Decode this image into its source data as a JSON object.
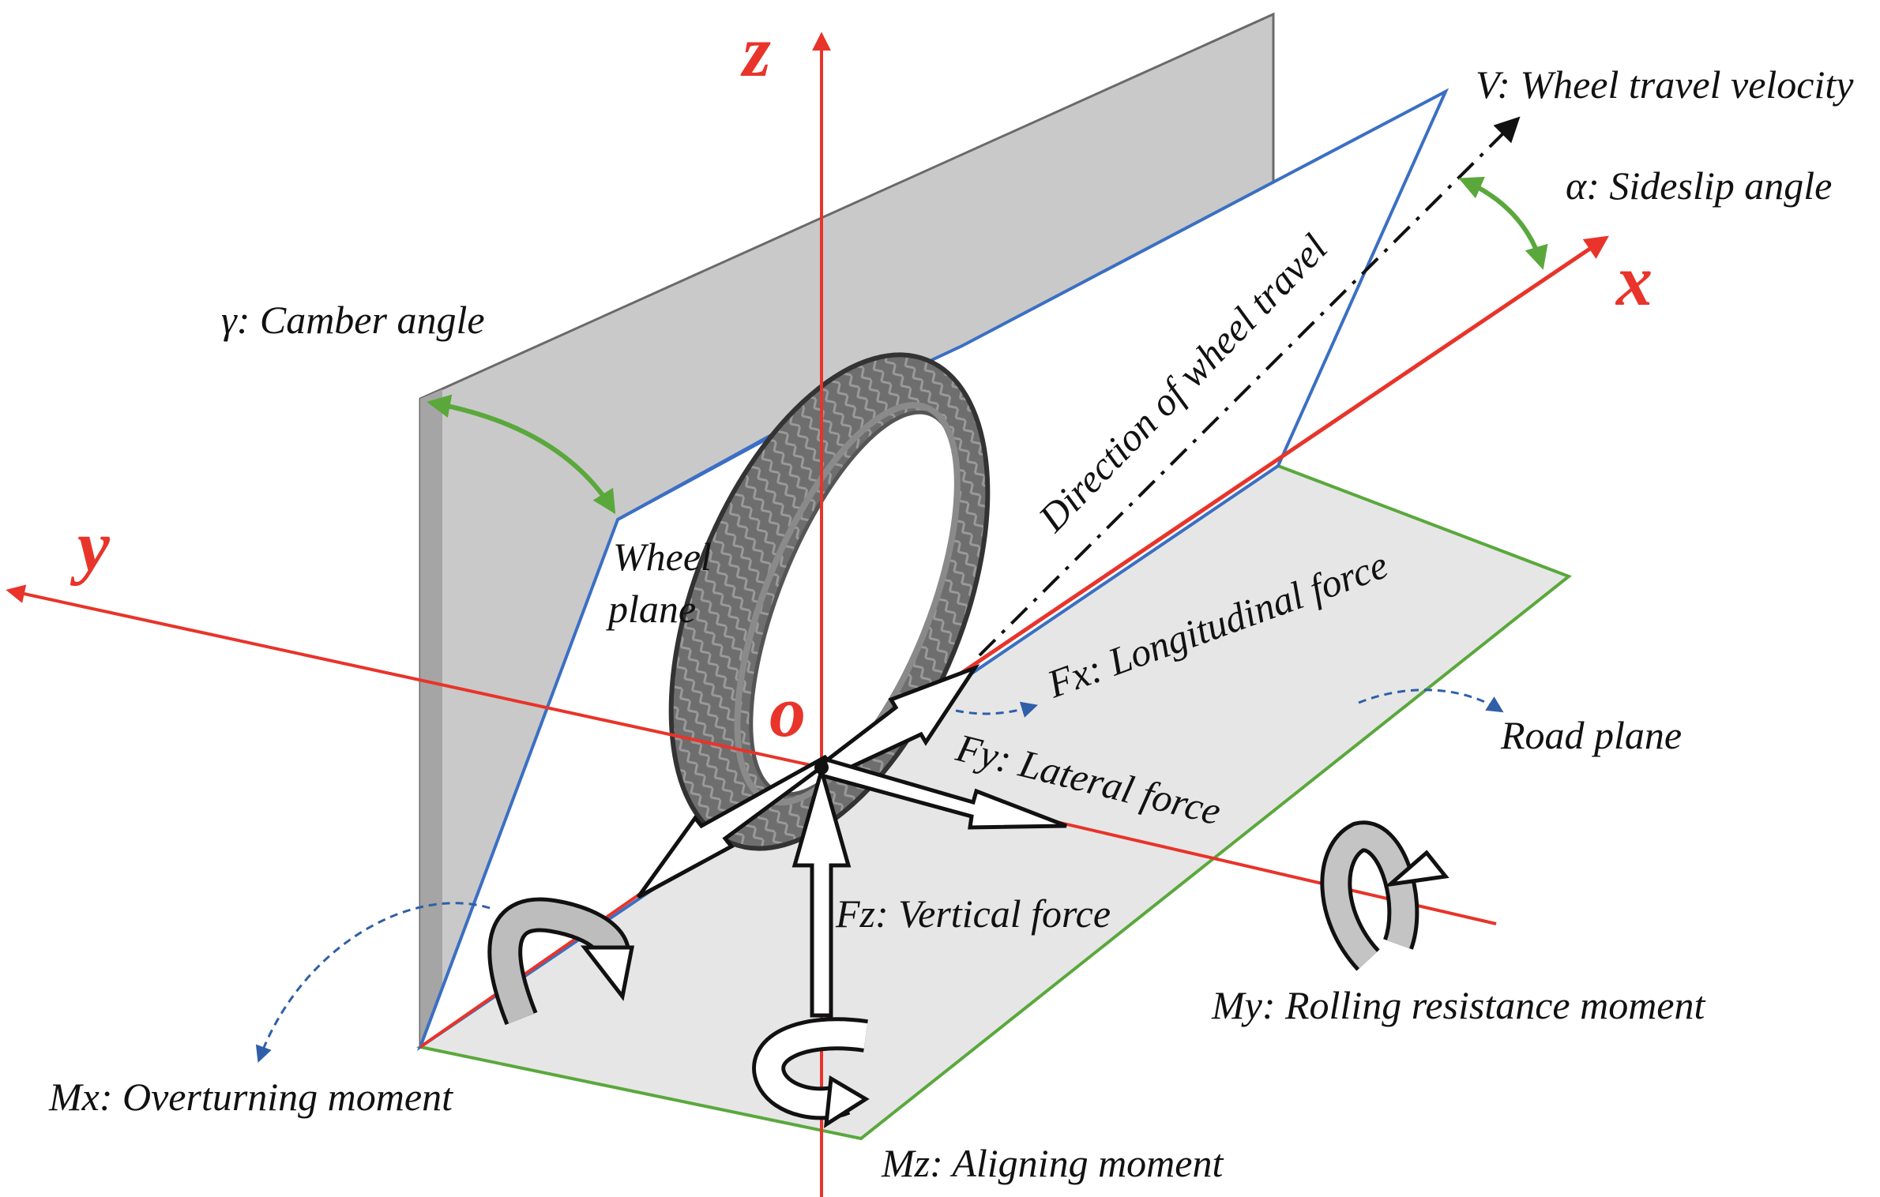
{
  "axes": {
    "z": "z",
    "x": "x",
    "y": "y",
    "origin": "o"
  },
  "labels": {
    "velocity": "V: Wheel travel velocity",
    "sideslip": "α: Sideslip angle",
    "camber": "γ: Camber angle",
    "wheel_plane_line1": "Wheel",
    "wheel_plane_line2": "plane",
    "direction": "Direction of wheel travel",
    "fx": "Fx: Longitudinal force",
    "fy": "Fy: Lateral force",
    "fz": "Fz: Vertical force",
    "road_plane": "Road plane",
    "mx": "Mx: Overturning moment",
    "my": "My: Rolling resistance moment",
    "mz": "Mz: Aligning moment"
  },
  "colors": {
    "axis": "#e8342a",
    "wheel_plane": "#3b6fc4",
    "road_plane": "#5aa83c",
    "angle_arc": "#5aa83c",
    "vertical_plane": "#c8c8c8",
    "road_fill": "#e6e6e6",
    "dashed_hint": "#2f5fa8"
  }
}
